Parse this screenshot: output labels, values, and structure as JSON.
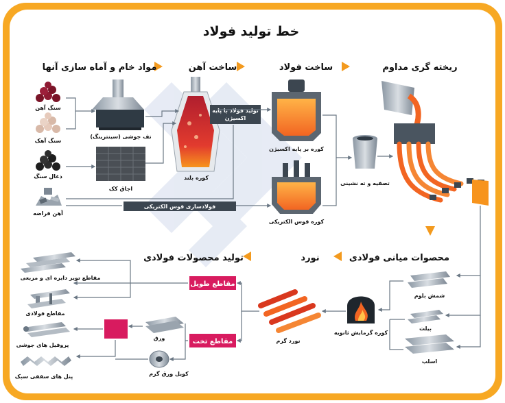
{
  "title": "خط تولید فولاد",
  "colors": {
    "frame": "#F7A823",
    "arrow": "#F39A1E",
    "pink": "#D81B5F",
    "dark": "#3C4650",
    "line": "#6A7784",
    "molten": "#F26522",
    "watermark": "#C9D3E8"
  },
  "icons": [
    "arrow-icon"
  ],
  "sections": {
    "raw_materials": "مواد خام و آماه سازی آنها",
    "iron_making": "ساخت آهن",
    "steel_making": "ساخت فولاد",
    "continuous_casting": "ریخته گری مداوم",
    "intermediate": "محصوات میانی فولادی",
    "rolling": "نورد",
    "products": "تولید محصولات فولادی"
  },
  "items": {
    "iron_ore": "سنگ آهن",
    "limestone": "سنگ آهک",
    "coal": "ذغال سنگ",
    "scrap": "آهن قراضه",
    "sinter": "تف جوشی (سینترینگ)",
    "coke_oven": "اجاق کک",
    "blast_furnace": "کوره بلند",
    "oxygen_steel": "تولید فولاد با پایه اکسیژن",
    "eaf_steel": "فولادسازی قوس الکتریکی",
    "bof": "کوره بر پایه اکسیژن",
    "eaf": "کوره قوس الکتریکی",
    "refining": "تصفیه و ته نشینی",
    "bloom": "شمش بلوم",
    "billet": "بیلت",
    "slab": "اسلب",
    "reheat": "کوره گرمایش ثانویه",
    "hot_roll": "نورد گرم",
    "long_products": "مقاطع طویل",
    "flat_products": "مقاطع تخت",
    "tubes": "مقاطع تویر دایره ای و مربعی",
    "sections_steel": "مقاطع فولادی",
    "welded_profiles": "پروفیل های جوشی",
    "roof_panels": "پنل های سقفی سبک",
    "sheet": "ورق",
    "hot_coil": "کویل ورق گرم"
  }
}
